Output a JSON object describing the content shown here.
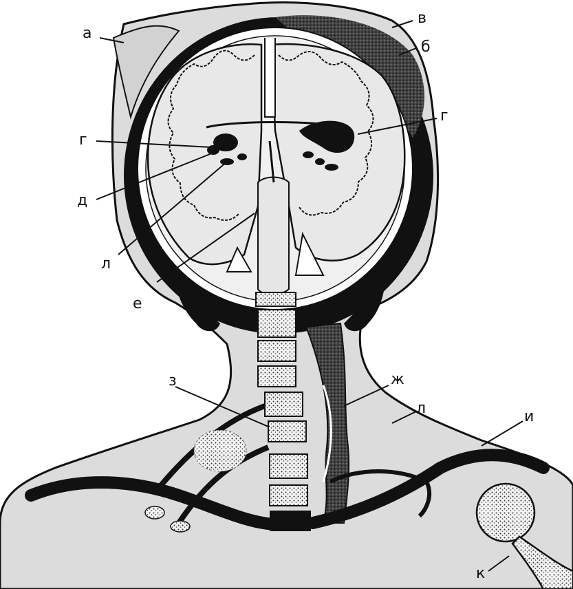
{
  "figure": {
    "labels": {
      "a": "а",
      "v": "в",
      "b": "б",
      "g_right": "г",
      "g_left": "г",
      "d": "д",
      "l_head": "л",
      "e": "е",
      "z": "з",
      "zh": "ж",
      "l_neck": "л",
      "i": "и",
      "k": "к"
    },
    "colors": {
      "ink": "#111111",
      "fill": "#d9d9d9",
      "paper": "#ffffff"
    }
  }
}
